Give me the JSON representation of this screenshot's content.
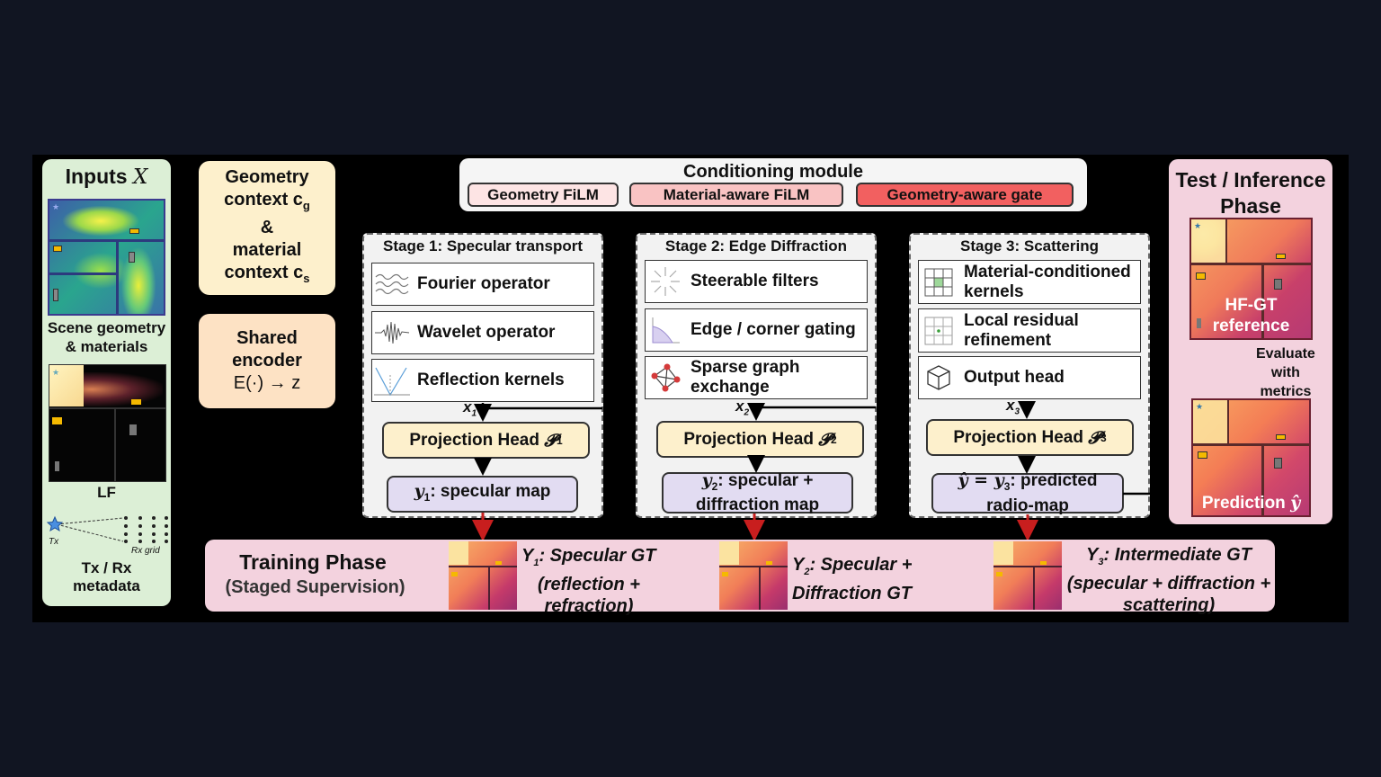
{
  "inputs": {
    "title": "Inputs",
    "title_symbol": "X",
    "scene_caption_1": "Scene geometry",
    "scene_caption_2": "& materials",
    "lf_caption": "LF",
    "tx_small": "Tx",
    "rx_small": "Rx grid",
    "txrx_caption_1": "Tx / Rx",
    "txrx_caption_2": "metadata"
  },
  "geometry_context": {
    "line1": "Geometry",
    "line2": "context c",
    "line2_sub": "g",
    "line3": "&",
    "line4": "material",
    "line5": "context c",
    "line5_sub": "s"
  },
  "shared_encoder": {
    "line1": "Shared",
    "line2": "encoder",
    "line3": "E(·) → z"
  },
  "conditioning": {
    "title": "Conditioning module",
    "chips": [
      "Geometry FiLM",
      "Material-aware FiLM",
      "Geometry-aware gate"
    ]
  },
  "stages": [
    {
      "title": "Stage 1: Specular transport",
      "ops": [
        "Fourier operator",
        "Wavelet operator",
        "Reflection kernels"
      ],
      "icons": [
        "wave-icon",
        "wavelet-icon",
        "reflection-icon"
      ],
      "x_label": "x",
      "x_sub": "1",
      "proj_text": "Projection Head ",
      "proj_symbol": "𝓟",
      "proj_sub": "1",
      "out_symbol": "y",
      "out_sub": "1",
      "out_line1": ": specular map",
      "out_line2": ""
    },
    {
      "title": "Stage 2: Edge Diffraction",
      "ops": [
        "Steerable filters",
        "Edge / corner gating",
        "Sparse graph exchange"
      ],
      "icons": [
        "starburst-icon",
        "corner-icon",
        "graph-icon"
      ],
      "x_label": "x",
      "x_sub": "2",
      "proj_text": "Projection Head ",
      "proj_symbol": "𝓟",
      "proj_sub": "2",
      "out_symbol": "y",
      "out_sub": "2",
      "out_line1": ": specular +",
      "out_line2": "diffraction map"
    },
    {
      "title": "Stage 3: Scattering",
      "ops": [
        "Material-conditioned kernels",
        "Local residual refinement",
        "Output head"
      ],
      "icons": [
        "grid-icon",
        "small-grid-icon",
        "cube-icon"
      ],
      "x_label": "x",
      "x_sub": "3",
      "proj_text": "Projection Head ",
      "proj_symbol": "𝓟",
      "proj_sub": "3",
      "out_symbol": "ŷ = y",
      "out_sub": "3",
      "out_line1": ": predicted",
      "out_line2": "radio-map"
    }
  ],
  "test": {
    "title_1": "Test / Inference",
    "title_2": "Phase",
    "ref_1": "HF-GT",
    "ref_2": "reference",
    "eval_1": "Evaluate",
    "eval_2": "with",
    "eval_3": "metrics",
    "prediction": "Prediction ",
    "prediction_symbol": "ŷ"
  },
  "training": {
    "title": "Training Phase",
    "subtitle": "(Staged Supervision)",
    "gts": [
      {
        "symbol": "Y",
        "sub": "1",
        "line1": ": Specular GT",
        "line2": "(reflection +",
        "line3": "refraction)"
      },
      {
        "symbol": "Y",
        "sub": "2",
        "line1": ": Specular +",
        "line2": "Diffraction GT",
        "line3": ""
      },
      {
        "symbol": "Y",
        "sub": "3",
        "line1": ": Intermediate GT",
        "line2": "(specular + diffraction +",
        "line3": "scattering)"
      }
    ]
  },
  "colors": {
    "background": "#111522",
    "inputs_panel": "#dcefd6",
    "context_pill": "#fdf0cc",
    "encoder_pill": "#fde2c4",
    "chip_geometry": "#fde4e4",
    "chip_material": "#f9c3c3",
    "chip_gate": "#f26060",
    "stage_box": "#f2f2f2",
    "output_box": "#e2dcf2",
    "phase_panel": "#f3d2de",
    "supervision_arrow": "#c81e1e"
  }
}
